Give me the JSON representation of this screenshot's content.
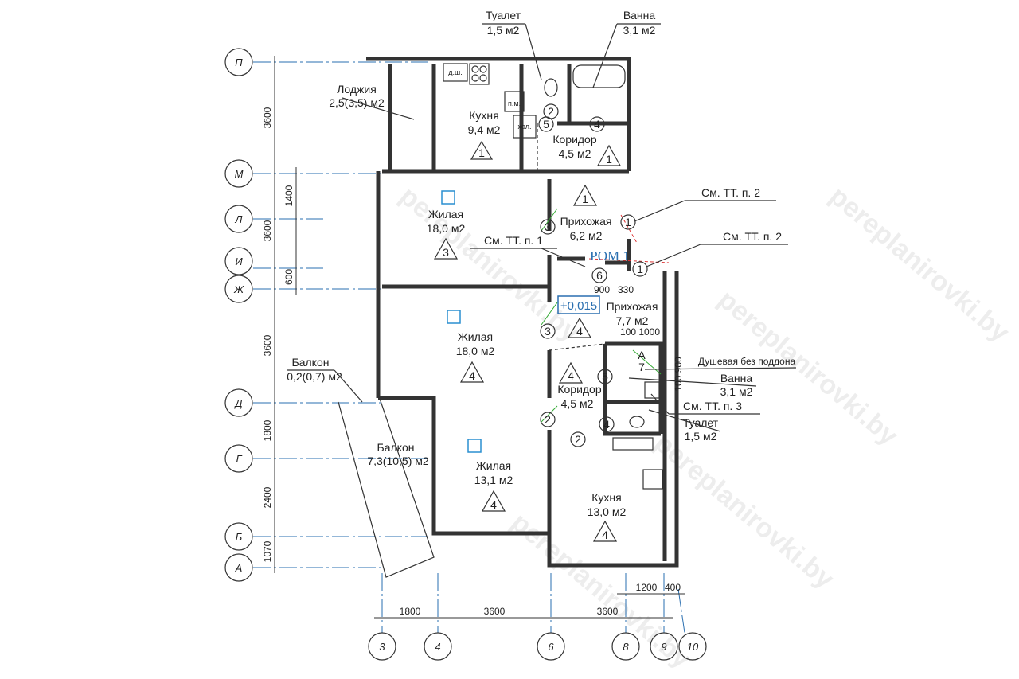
{
  "axes_rows": [
    "П",
    "М",
    "Л",
    "И",
    "Ж",
    "Д",
    "Г",
    "Б",
    "А"
  ],
  "axes_cols": [
    "3",
    "4",
    "6",
    "8",
    "9",
    "10"
  ],
  "dims_vertical": [
    "3600",
    "1400",
    "3600",
    "600",
    "3600",
    "1800",
    "2400",
    "1070"
  ],
  "dims_bottom": [
    "1800",
    "3600",
    "3600"
  ],
  "dims_small": [
    "1200",
    "400"
  ],
  "rooms": {
    "loggia": {
      "name": "Лоджия",
      "area": "2,5(3,5) м2"
    },
    "kitchen1": {
      "name": "Кухня",
      "area": "9,4 м2",
      "mark": "1"
    },
    "toilet1": {
      "name": "Туалет",
      "area": "1,5 м2"
    },
    "bath1": {
      "name": "Ванна",
      "area": "3,1 м2"
    },
    "corridor1": {
      "name": "Коридор",
      "area": "4,5 м2",
      "mark": "1"
    },
    "living1": {
      "name": "Жилая",
      "area": "18,0 м2",
      "mark": "3"
    },
    "hall1": {
      "name": "Прихожая",
      "area": "6,2 м2",
      "mark": "1"
    },
    "hall2": {
      "name": "Прихожая",
      "area": "7,7 м2",
      "mark": "4"
    },
    "living2": {
      "name": "Жилая",
      "area": "18,0 м2",
      "mark": "4"
    },
    "balcony1": {
      "name": "Балкон",
      "area": "0,2(0,7) м2"
    },
    "corridor2": {
      "name": "Коридор",
      "area": "4,5 м2",
      "mark": "4"
    },
    "bath2": {
      "name": "Ванна",
      "area": "3,1 м2"
    },
    "toilet2": {
      "name": "Туалет",
      "area": "1,5 м2"
    },
    "balcony2": {
      "name": "Балкон",
      "area": "7,3(10,5) м2"
    },
    "living3": {
      "name": "Жилая",
      "area": "13,1 м2",
      "mark": "4"
    },
    "kitchen2": {
      "name": "Кухня",
      "area": "13,0 м2",
      "mark": "4"
    }
  },
  "fixtures": {
    "dishwasher": "д.ш.",
    "washer": "п.м.",
    "fridge": "хол."
  },
  "notes": {
    "tt2a": "См. ТТ. п. 2",
    "tt2b": "См. ТТ. п. 2",
    "tt1": "См. ТТ. п. 1",
    "tt3": "См. ТТ. п. 3",
    "shower": "Душевая без поддона",
    "rom": "РОМ 1",
    "level": "+0,015",
    "d900": "900",
    "d330": "330",
    "d100_1000": "100 1000",
    "d100_900": "100 900",
    "markA": "А",
    "mark7": "7"
  },
  "circle_marks": [
    "2",
    "5",
    "4",
    "3",
    "1",
    "6",
    "1",
    "3",
    "5",
    "2",
    "2",
    "4"
  ],
  "watermark": "pereplanirovki.by",
  "colors": {
    "grid": "#2a6fb0",
    "accent": "#2a8fd0",
    "green": "#33aa33",
    "red": "#dd3333"
  }
}
